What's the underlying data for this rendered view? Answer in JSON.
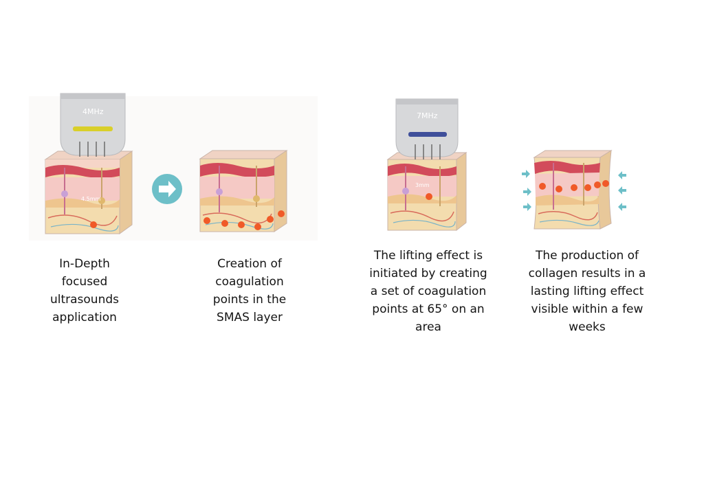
{
  "steps": [
    {
      "probe_label": "4MHz",
      "depth_label": "4.5mm",
      "caption_lines": [
        "In-Depth",
        "focused",
        "ultrasounds",
        "application"
      ]
    },
    {
      "caption_lines": [
        "Creation of",
        "coagulation",
        "points in the",
        "SMAS layer"
      ]
    },
    {
      "probe_label": "7MHz",
      "depth_label": "3mm",
      "caption_lines": [
        "The lifting effect is",
        "initiated by creating",
        "a set of coagulation",
        "points at 65° on an",
        "area"
      ]
    },
    {
      "caption_lines": [
        "The production of",
        "collagen results in a",
        "lasting lifting effect",
        "visible within a few",
        "weeks"
      ]
    }
  ],
  "colors": {
    "epidermis": "#f0d3c4",
    "dermis": "#d24b5b",
    "fat": "#f3dcae",
    "smas": "#eec58e",
    "coagulation_point": "#f05a28",
    "arrow": "#6dbfc8",
    "probe": "#d7d8da"
  },
  "icons": [
    "right-arrow-icon",
    "inward-arrow-icon"
  ]
}
